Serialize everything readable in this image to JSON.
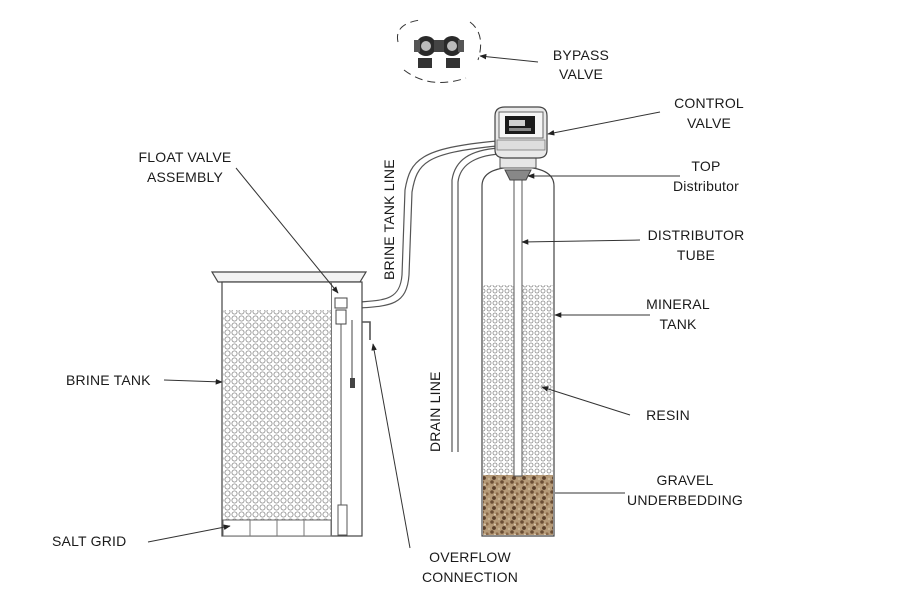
{
  "labels": {
    "bypass_valve": [
      "BYPASS",
      "VALVE"
    ],
    "control_valve": [
      "CONTROL",
      "VALVE"
    ],
    "top_distributor": [
      "TOP",
      "Distributor"
    ],
    "distributor_tube": [
      "DISTRIBUTOR",
      "TUBE"
    ],
    "mineral_tank": [
      "MINERAL",
      "TANK"
    ],
    "resin": "RESIN",
    "gravel_underbedding": [
      "GRAVEL",
      "UNDERBEDDING"
    ],
    "float_valve_assembly": [
      "FLOAT VALVE",
      "ASSEMBLY"
    ],
    "brine_tank_line": "BRINE TANK LINE",
    "drain_line": "DRAIN LINE",
    "brine_tank": "BRINE TANK",
    "salt_grid": "SALT GRID",
    "overflow_connection": [
      "OVERFLOW",
      "CONNECTION"
    ]
  },
  "colors": {
    "line": "#333333",
    "resin_dot": "#8a8a8a",
    "gravel": "#8b6a4a",
    "display": "#1a1a1a"
  }
}
